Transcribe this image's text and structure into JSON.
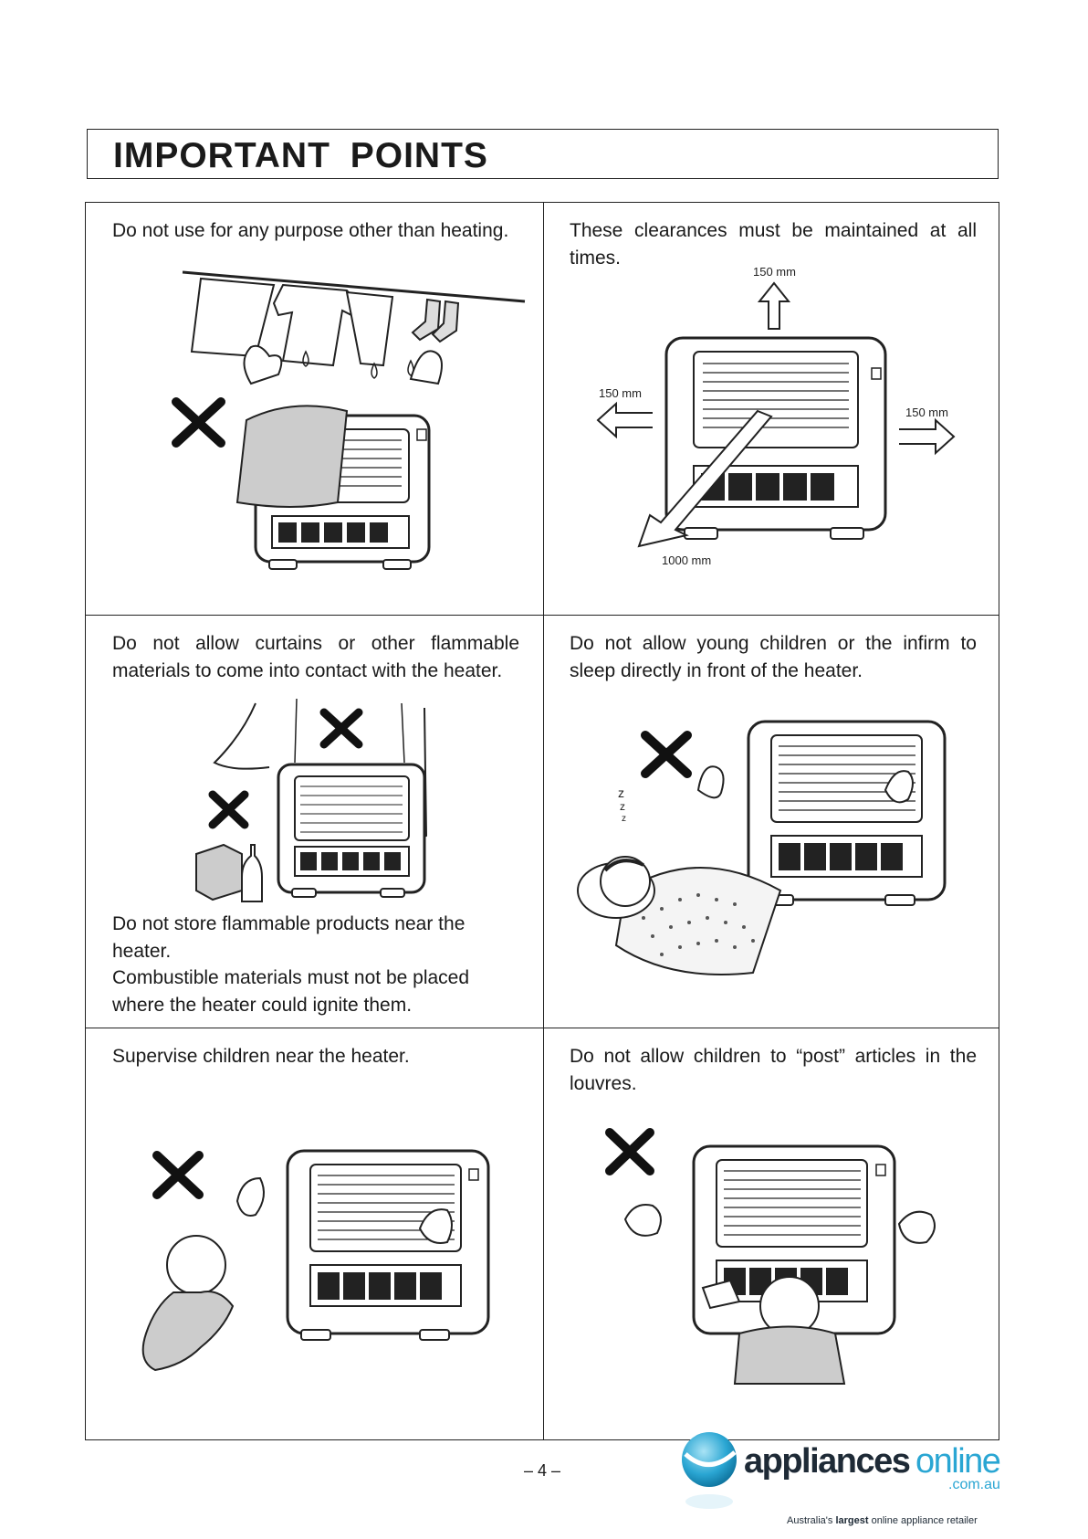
{
  "title": "IMPORTANT POINTS",
  "cells": {
    "c1": "Do not use for any purpose other than heating.",
    "c2": "These clearances must be maintained at all times.",
    "c3": "Do not allow curtains or other flammable materials to come into contact with the heater.",
    "c3b_1": "Do not store flammable products near the heater.",
    "c3b_2": "Combustible materials must not be placed where the heater could ignite them.",
    "c4": "Do not allow young children or the infirm to sleep directly in front of the heater.",
    "c5": "Supervise children near the heater.",
    "c6": "Do not allow children to “post” articles in the louvres."
  },
  "clearances": {
    "top": "150 mm",
    "left": "150 mm",
    "right": "150 mm",
    "front": "1000 mm"
  },
  "page_number": "– 4 –",
  "logo": {
    "brand_bold": "appliances",
    "brand_light": "online",
    "domain": ".com.au",
    "tagline_pre": "Australia's ",
    "tagline_bold": "largest",
    "tagline_post": " online appliance retailer"
  }
}
